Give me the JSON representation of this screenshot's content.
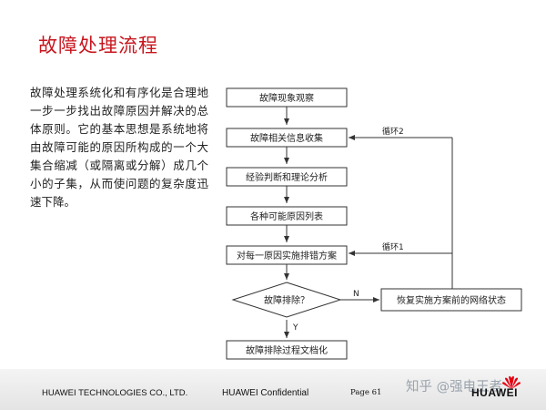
{
  "slide": {
    "title": "故障处理流程",
    "body": "故障处理系统化和有序化是合理地一步一步找出故障原因并解决的总体原则。它的基本思想是系统地将由故障可能的原因所构成的一个大集合缩减（或隔离或分解）成几个小的子集，从而使问题的复杂度迅速下降。",
    "title_color": "#c8161e"
  },
  "flowchart": {
    "steps": [
      "故障现象观察",
      "故障相关信息收集",
      "经验判断和理论分析",
      "各种可能原因列表",
      "对每一原因实施排错方案"
    ],
    "decision": "故障排除？",
    "yes_label": "Y",
    "no_label": "N",
    "final_step": "故障排除过程文档化",
    "restore_step": "恢复实施方案前的网络状态",
    "loop1_label": "循环1",
    "loop2_label": "循环2"
  },
  "footer": {
    "company": "HUAWEI TECHNOLOGIES CO., LTD.",
    "confidential": "HUAWEI Confidential",
    "page": "Page 61",
    "watermark": "知乎 @强电王者",
    "brand": "HUAWEI",
    "logo_color": "#e60012"
  }
}
